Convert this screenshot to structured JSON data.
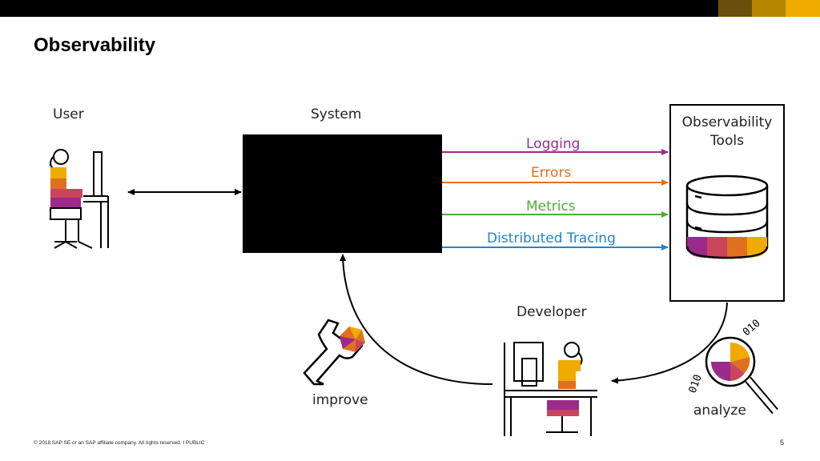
{
  "slide": {
    "title": "Observability",
    "footer": "© 2018 SAP SE or an SAP affiliate company. All rights reserved.  ǀ  PUBLIC",
    "page_number": "5"
  },
  "diagram": {
    "user_label": "User",
    "system_label": "System",
    "tools_title_line1": "Observability",
    "tools_title_line2": "Tools",
    "developer_label": "Developer",
    "improve_label": "improve",
    "analyze_label": "analyze",
    "flows": [
      {
        "label": "Logging",
        "color": "#9b2a8c"
      },
      {
        "label": "Errors",
        "color": "#e07020"
      },
      {
        "label": "Metrics",
        "color": "#4caf36"
      },
      {
        "label": "Distributed Tracing",
        "color": "#1f86d0"
      }
    ]
  },
  "colors": {
    "bar_dark": "#000000",
    "bar_brown": "#7a5a10",
    "bar_olive": "#b58500",
    "bar_gold": "#f0ab00"
  }
}
